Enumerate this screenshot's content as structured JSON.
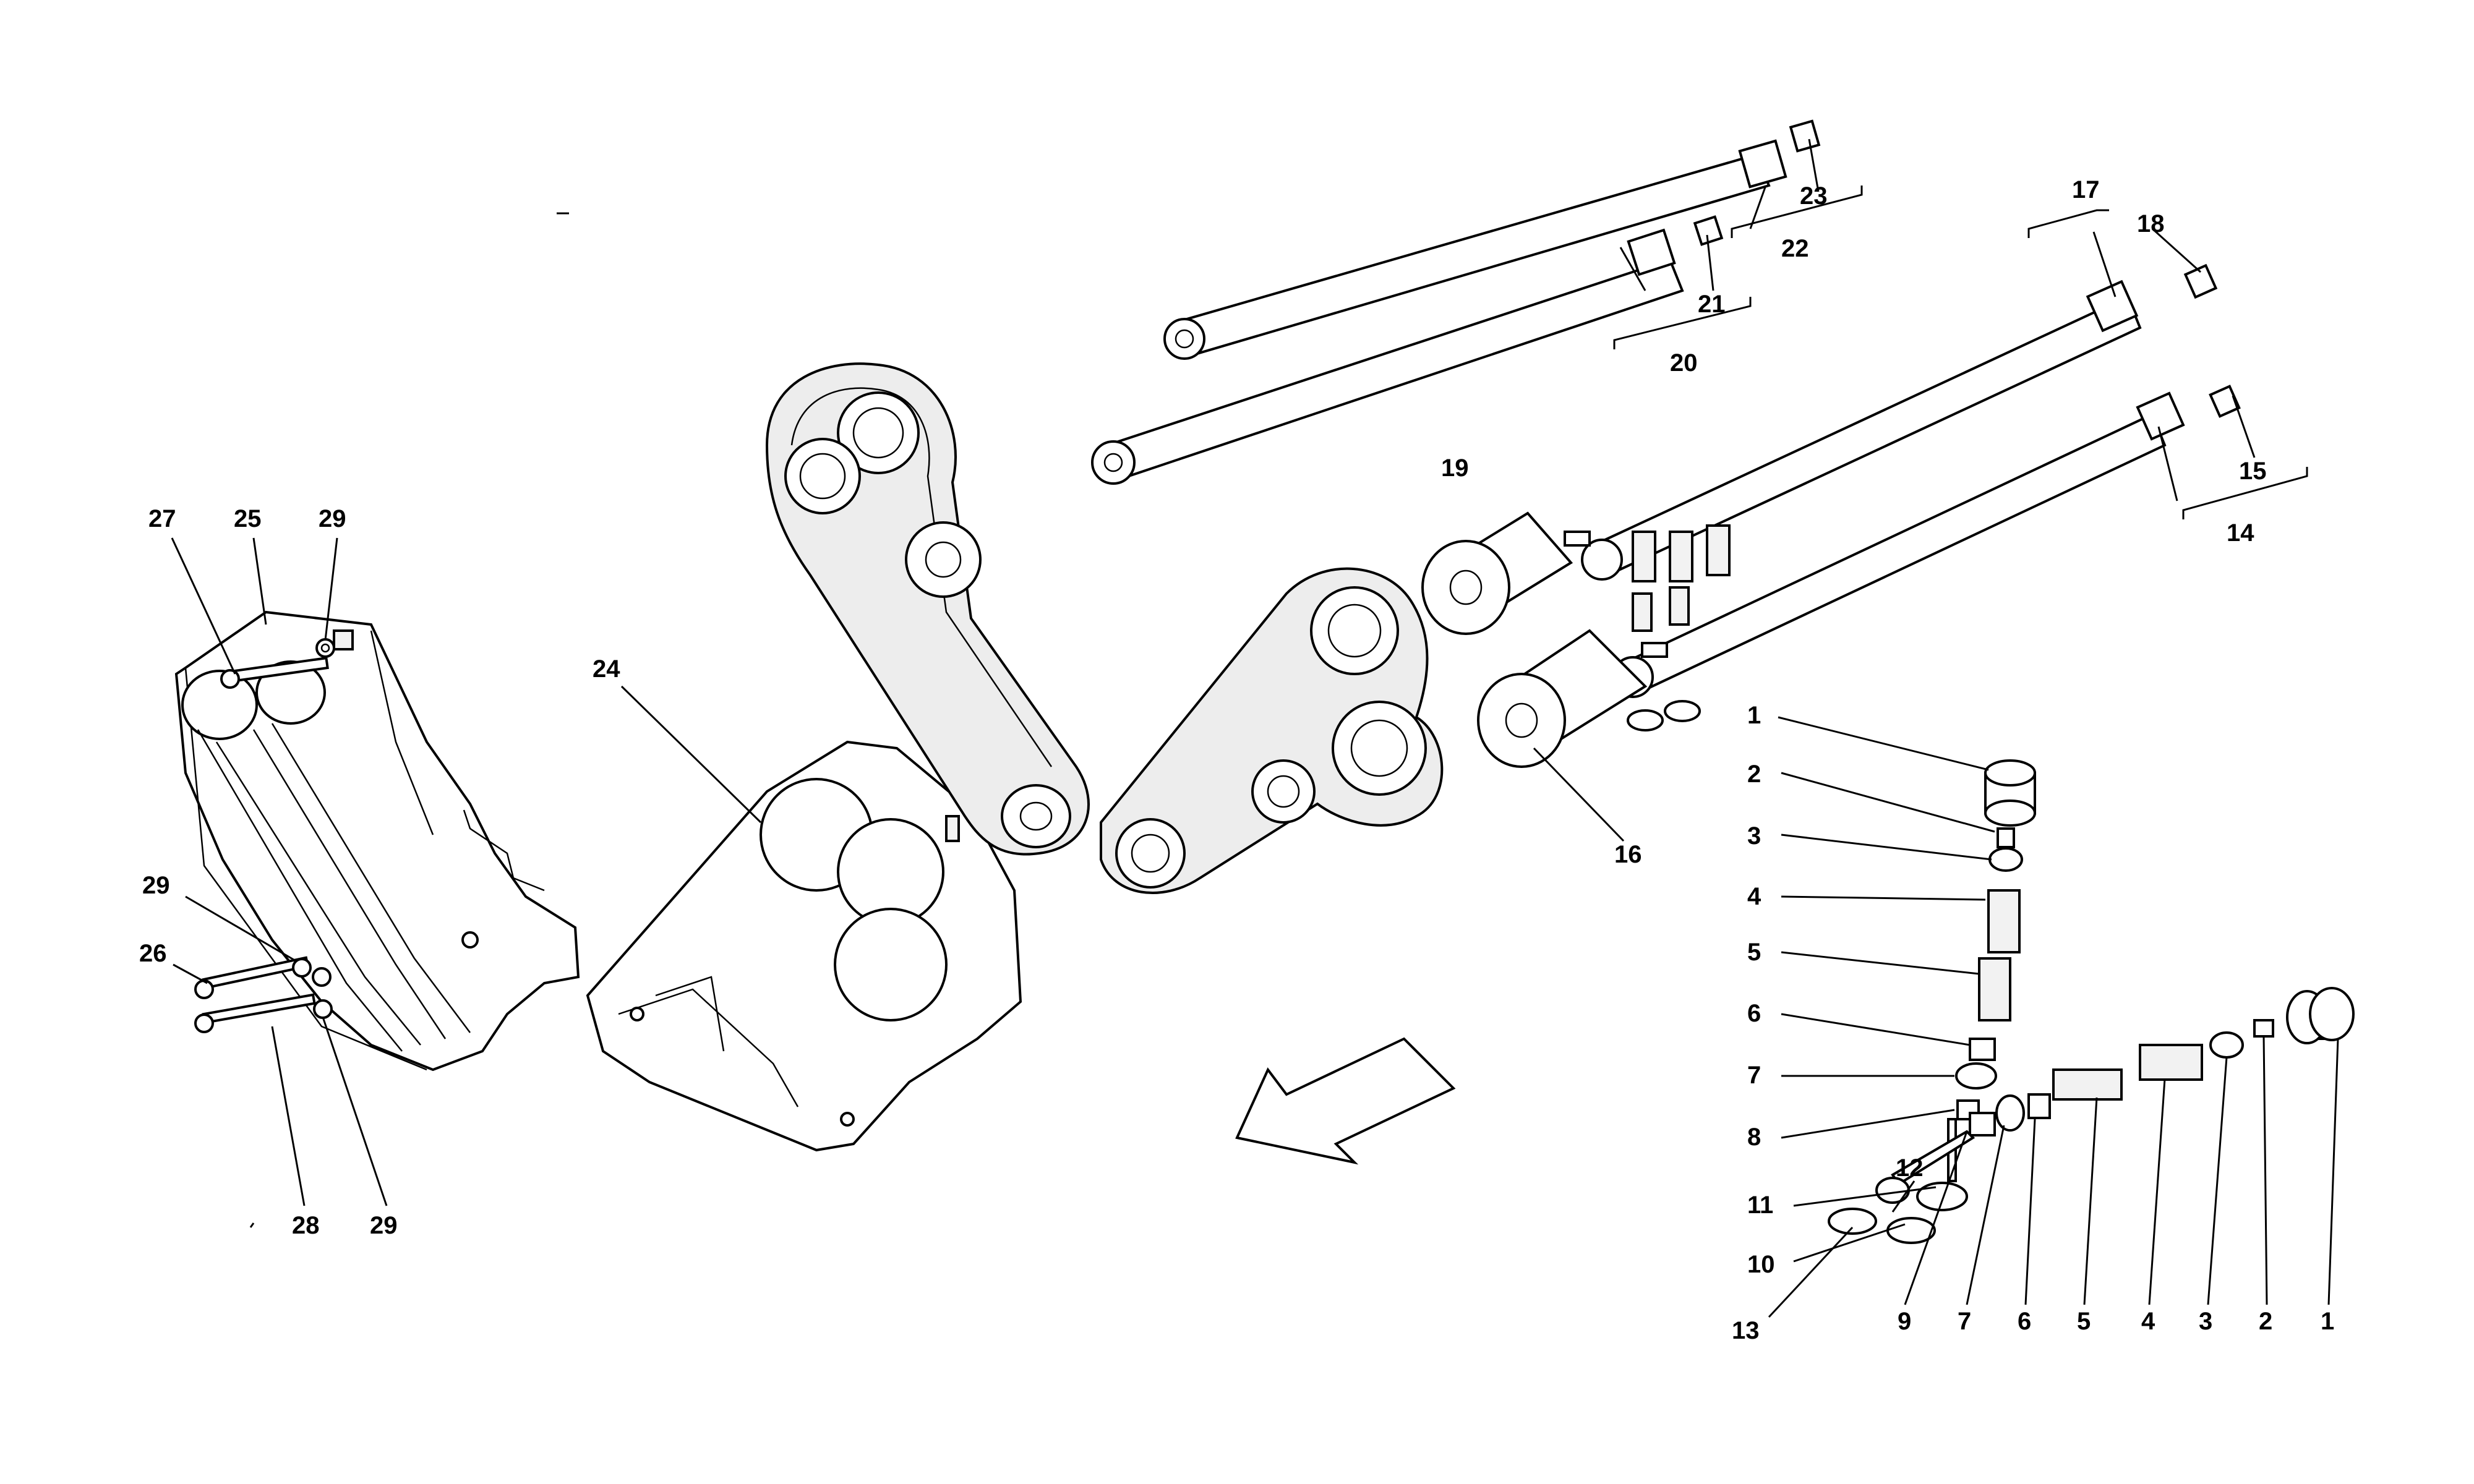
{
  "callouts": [
    {
      "id": "c27",
      "text": "27"
    },
    {
      "id": "c25",
      "text": "25"
    },
    {
      "id": "c29a",
      "text": "29"
    },
    {
      "id": "c24",
      "text": "24"
    },
    {
      "id": "c29b",
      "text": "29"
    },
    {
      "id": "c26",
      "text": "26"
    },
    {
      "id": "c28",
      "text": "28"
    },
    {
      "id": "c29c",
      "text": "29"
    },
    {
      "id": "c23",
      "text": "23"
    },
    {
      "id": "c22",
      "text": "22"
    },
    {
      "id": "c21",
      "text": "21"
    },
    {
      "id": "c20",
      "text": "20"
    },
    {
      "id": "c17",
      "text": "17"
    },
    {
      "id": "c18",
      "text": "18"
    },
    {
      "id": "c19",
      "text": "19"
    },
    {
      "id": "c15",
      "text": "15"
    },
    {
      "id": "c14",
      "text": "14"
    },
    {
      "id": "c16",
      "text": "16"
    },
    {
      "id": "c1a",
      "text": "1"
    },
    {
      "id": "c2a",
      "text": "2"
    },
    {
      "id": "c3a",
      "text": "3"
    },
    {
      "id": "c4a",
      "text": "4"
    },
    {
      "id": "c5a",
      "text": "5"
    },
    {
      "id": "c6a",
      "text": "6"
    },
    {
      "id": "c7a",
      "text": "7"
    },
    {
      "id": "c8",
      "text": "8"
    },
    {
      "id": "c11",
      "text": "11"
    },
    {
      "id": "c10",
      "text": "10"
    },
    {
      "id": "c13",
      "text": "13"
    },
    {
      "id": "c12",
      "text": "12"
    },
    {
      "id": "c9",
      "text": "9"
    },
    {
      "id": "c7b",
      "text": "7"
    },
    {
      "id": "c6b",
      "text": "6"
    },
    {
      "id": "c5b",
      "text": "5"
    },
    {
      "id": "c4b",
      "text": "4"
    },
    {
      "id": "c3b",
      "text": "3"
    },
    {
      "id": "c2b",
      "text": "2"
    },
    {
      "id": "c1b",
      "text": "1"
    }
  ]
}
